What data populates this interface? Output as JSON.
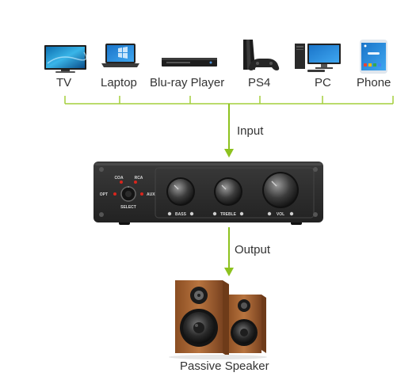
{
  "devices": [
    {
      "label": "TV",
      "icon": "tv-icon"
    },
    {
      "label": "Laptop",
      "icon": "laptop-icon"
    },
    {
      "label": "Blu-ray Player",
      "icon": "bluray-player-icon"
    },
    {
      "label": "PS4",
      "icon": "ps4-console-icon"
    },
    {
      "label": "PC",
      "icon": "desktop-pc-icon"
    },
    {
      "label": "Phone",
      "icon": "smartphone-icon"
    }
  ],
  "flow": {
    "input_label": "Input",
    "output_label": "Output"
  },
  "amplifier": {
    "selector_labels": {
      "left": "OPT",
      "top_left": "COA",
      "top_right": "RCA",
      "right": "AUX",
      "bottom": "SELECT"
    },
    "knobs": [
      "BASS",
      "TREBLE",
      "VOL"
    ]
  },
  "speaker": {
    "label": "Passive Speaker",
    "icon": "passive-speaker-icon"
  },
  "colors": {
    "connector": "#a4cf3b",
    "arrow": "#8dc21f",
    "text": "#333333",
    "amp_body": "#2b2b2b",
    "indicator": "#d9251d",
    "speaker_wood": "#a9683a"
  }
}
